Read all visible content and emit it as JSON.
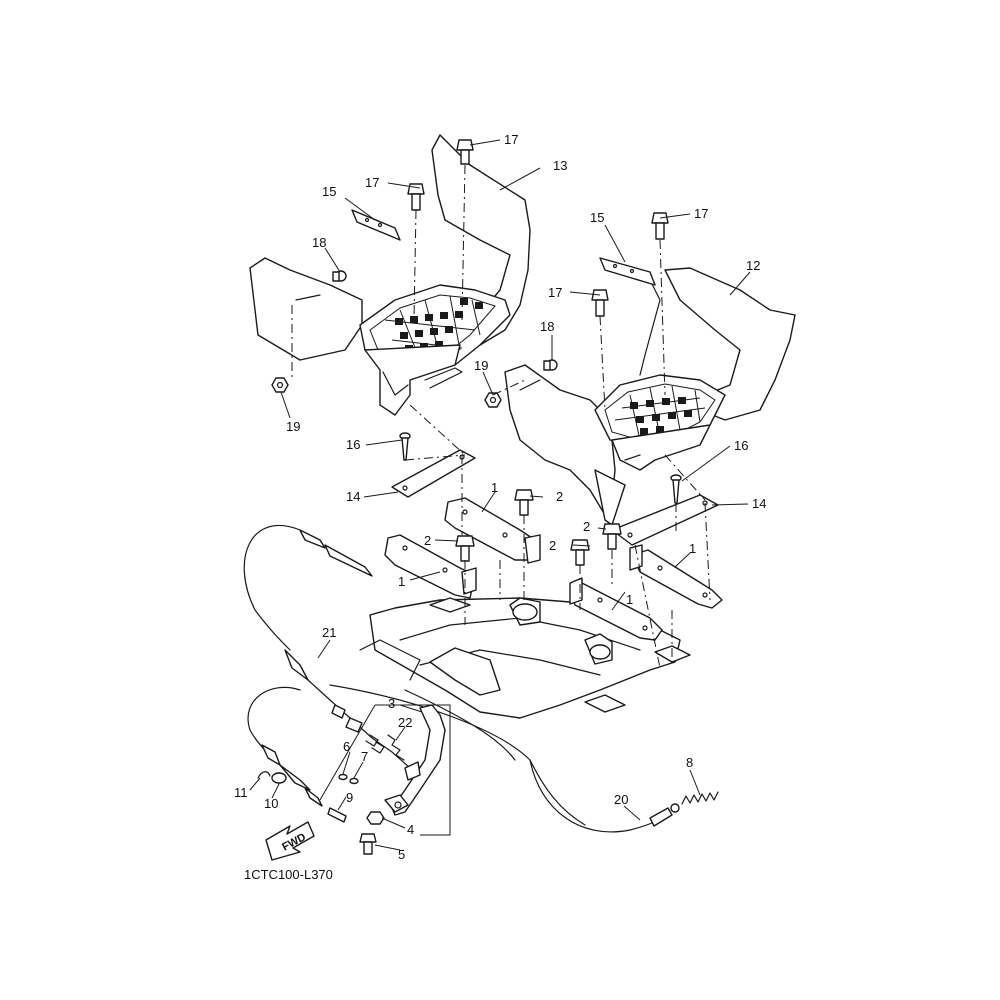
{
  "diagram_code": "1CTC100-L370",
  "fwd_label": "FWD",
  "callouts": {
    "c1a": "1",
    "c1b": "1",
    "c1c": "1",
    "c1d": "1",
    "c2a": "2",
    "c2b": "2",
    "c2c": "2",
    "c2d": "2",
    "c3": "3",
    "c4": "4",
    "c5": "5",
    "c6": "6",
    "c7": "7",
    "c8": "8",
    "c9": "9",
    "c10": "10",
    "c11": "11",
    "c12": "12",
    "c13": "13",
    "c14a": "14",
    "c14b": "14",
    "c15a": "15",
    "c15b": "15",
    "c16a": "16",
    "c16b": "16",
    "c17a": "17",
    "c17b": "17",
    "c17c": "17",
    "c17d": "17",
    "c18a": "18",
    "c18b": "18",
    "c19a": "19",
    "c19b": "19",
    "c20": "20",
    "c21": "21",
    "c22": "22"
  }
}
